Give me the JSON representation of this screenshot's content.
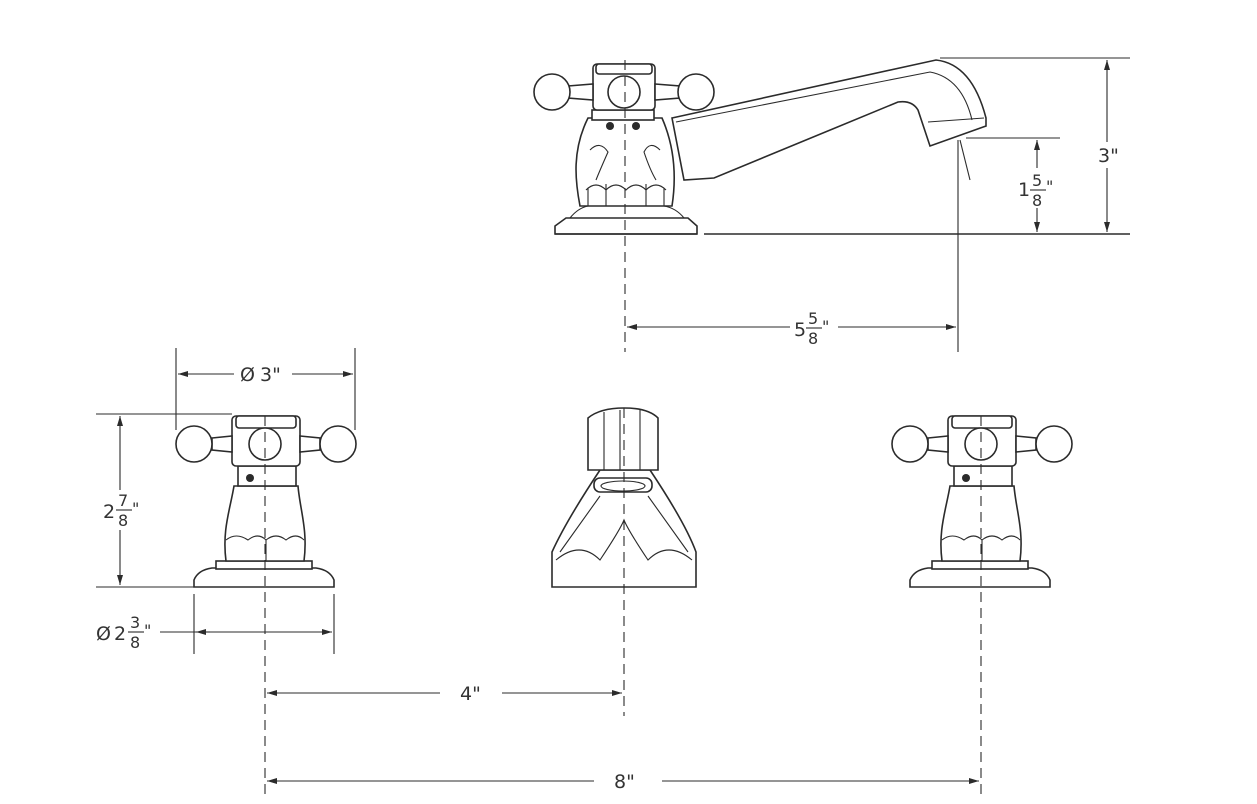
{
  "dimensions": {
    "height_total": "3\"",
    "spout_height_whole": "1",
    "spout_height_num": "5",
    "spout_height_den": "8",
    "spout_height_unit": "\"",
    "spout_reach_whole": "5",
    "spout_reach_num": "5",
    "spout_reach_den": "8",
    "spout_reach_unit": "\"",
    "handle_diameter": "3\"",
    "handle_diameter_symbol": "Ø",
    "handle_height_whole": "2",
    "handle_height_num": "7",
    "handle_height_den": "8",
    "handle_height_unit": "\"",
    "base_diameter_symbol": "Ø",
    "base_diameter_whole": "2",
    "base_diameter_num": "3",
    "base_diameter_den": "8",
    "base_diameter_unit": "\"",
    "center_spacing": "4\"",
    "overall_spread": "8\""
  }
}
